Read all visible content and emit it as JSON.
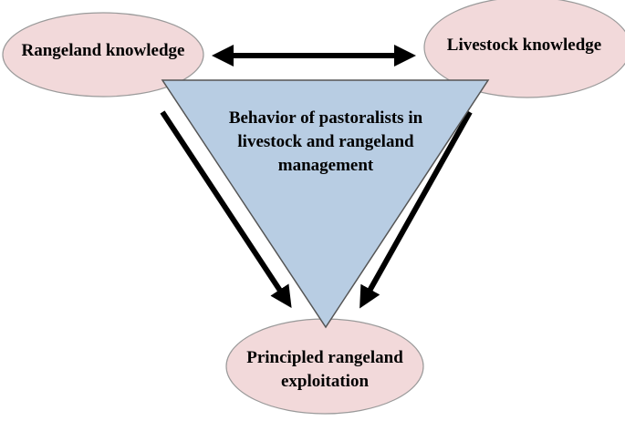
{
  "diagram": {
    "nodes": {
      "rangeland_knowledge": {
        "label": "Rangeland knowledge"
      },
      "livestock_knowledge": {
        "label": "Livestock knowledge"
      },
      "behavior": {
        "label": "Behavior of pastoralists in livestock and rangeland management"
      },
      "exploitation": {
        "label": "Principled rangeland exploitation"
      }
    },
    "edges": [
      {
        "from": "Rangeland knowledge",
        "to": "Livestock knowledge",
        "direction": "both"
      },
      {
        "from": "Rangeland knowledge",
        "to": "Principled rangeland exploitation",
        "direction": "forward"
      },
      {
        "from": "Livestock knowledge",
        "to": "Principled rangeland exploitation",
        "direction": "forward"
      }
    ],
    "colors": {
      "ellipse_fill": "#f2d9da",
      "ellipse_stroke": "#9a9a9a",
      "triangle_fill": "#b8cde3",
      "triangle_stroke": "#555555",
      "arrow": "#000000"
    }
  }
}
